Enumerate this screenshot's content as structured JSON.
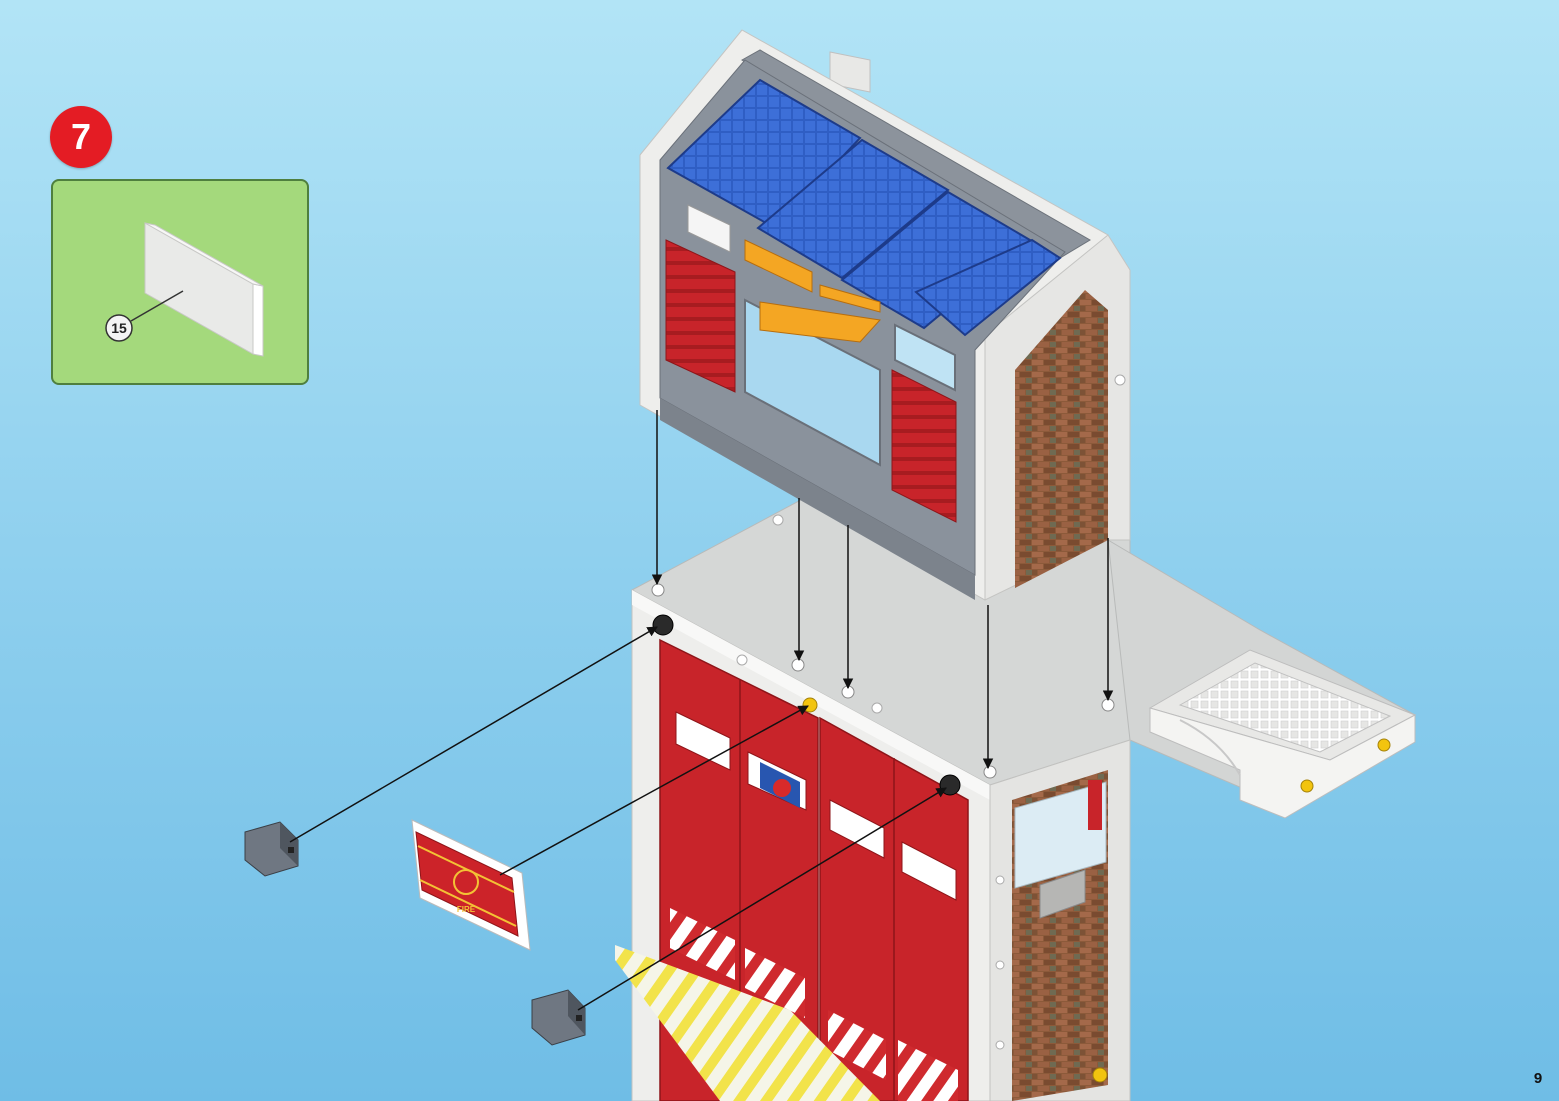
{
  "step": {
    "number": "7"
  },
  "parts": [
    {
      "callout": "15"
    }
  ],
  "sign": {
    "text": "FIRE"
  },
  "page": {
    "number": "9"
  },
  "colors": {
    "step_badge": "#e41c24",
    "parts_panel": "#a4d97c",
    "background": "#93d2ef",
    "wall_white": "#f0f0ee",
    "gable_grey": "#8a929c",
    "door_red": "#c8242a",
    "solar_blue": "#2f5ec4",
    "brick": "#8c5a3a"
  },
  "icons": [
    "arrow-down-icon",
    "arrow-diagonal-icon"
  ]
}
